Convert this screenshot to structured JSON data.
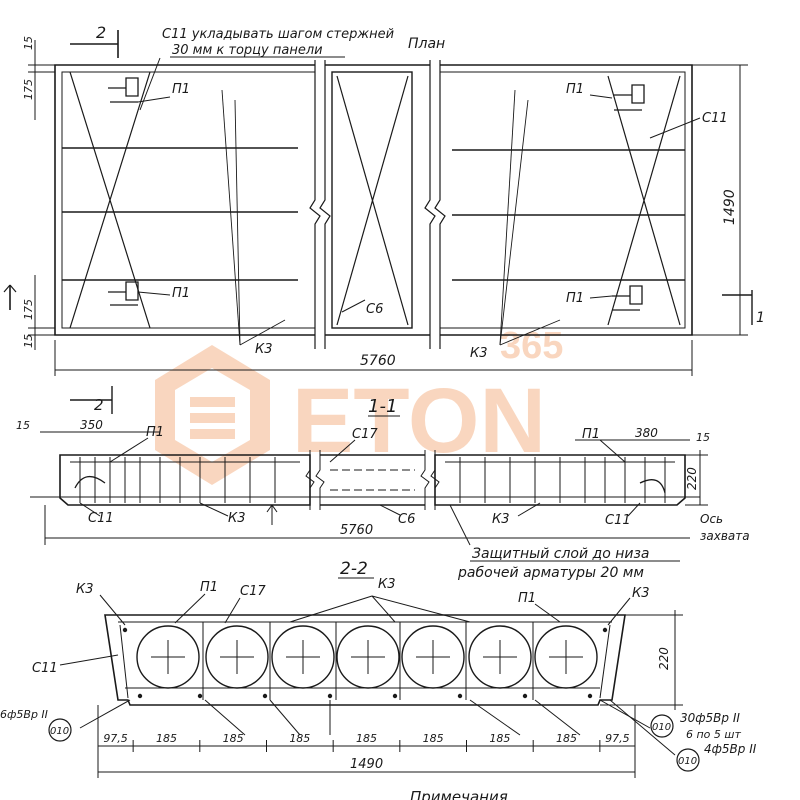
{
  "plan": {
    "title": "План",
    "note_line1": "С11 укладывать шагом стержней",
    "note_line2": "30 мм к торцу панели",
    "section_mark": "2",
    "section_mark_right": "1",
    "dim_top": "15",
    "dim_left_top": "175",
    "dim_left_bottom": "175",
    "dim_left_15": "15",
    "dim_length": "5760",
    "dim_width": "1490",
    "labels": {
      "p1": "П1",
      "c11": "С11",
      "c6": "С6",
      "k3": "К3"
    }
  },
  "section_1_1": {
    "title": "1-1",
    "section_mark": "2",
    "dim_15_left": "15",
    "dim_350": "350",
    "dim_380": "380",
    "dim_15_right": "15",
    "dim_220": "220",
    "dim_length": "5760",
    "labels": {
      "p1": "П1",
      "c17": "С17",
      "c11": "С11",
      "k3": "К3",
      "c6": "С6"
    },
    "cover_note_line1": "Защитный слой до низа",
    "cover_note_line2": "рабочей арматуры 20 мм",
    "grip_line1": "Ось",
    "grip_line2": "захвата"
  },
  "section_2_2": {
    "title": "2-2",
    "dim_220": "220",
    "dims_bottom": [
      "97,5",
      "185",
      "185",
      "185",
      "185",
      "185",
      "185",
      "185",
      "97,5"
    ],
    "dim_total": "1490",
    "labels": {
      "k3": "К3",
      "p1": "П1",
      "c17": "С17",
      "c11": "С11"
    },
    "bubble_label": "010",
    "rebar_left": "6ф5Вр II",
    "rebar_right_1": "30ф5Вр II",
    "rebar_right_2": "6 по 5 шт",
    "rebar_right_3": "4ф5Вр II"
  },
  "footer": {
    "text": "Примечания"
  },
  "watermark": {
    "number": "365",
    "word": "ETON",
    "color": "#f2a068"
  }
}
